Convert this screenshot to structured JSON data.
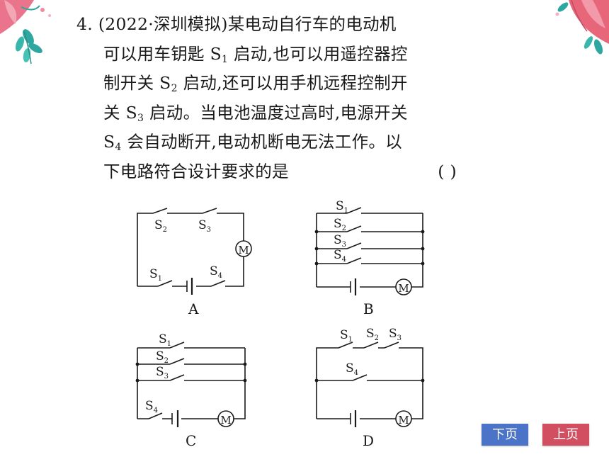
{
  "question": {
    "number": "4.",
    "source": "(2022·深圳模拟)",
    "line1_rest": "某电动自行车的电动机",
    "line2_a": "可以用车钥匙 S",
    "line2_sub": "1",
    "line2_b": " 启动,也可以用遥控器控",
    "line3_a": "制开关 S",
    "line3_sub": "2",
    "line3_b": " 启动,还可以用手机远程控制开",
    "line4_a": "关 S",
    "line4_sub": "3",
    "line4_b": " 启动。当电池温度过高时,电源开关",
    "line5_a": "S",
    "line5_sub": "4",
    "line5_b": " 会自动断开,电动机断电无法工作。以",
    "line6": "下电路符合设计要求的是",
    "answer_blank": "(    )"
  },
  "circuits": {
    "A": {
      "label": "A",
      "switch_labels": [
        "S",
        "S",
        "S",
        "S"
      ],
      "switch_subs": [
        "2",
        "3",
        "1",
        "4"
      ],
      "motor": "M"
    },
    "B": {
      "label": "B",
      "switch_labels": [
        "S",
        "S",
        "S",
        "S"
      ],
      "switch_subs": [
        "1",
        "2",
        "3",
        "4"
      ],
      "motor": "M"
    },
    "C": {
      "label": "C",
      "switch_labels": [
        "S",
        "S",
        "S",
        "S"
      ],
      "switch_subs": [
        "1",
        "2",
        "3",
        "4"
      ],
      "motor": "M"
    },
    "D": {
      "label": "D",
      "switch_labels": [
        "S",
        "S",
        "S",
        "S"
      ],
      "switch_subs": [
        "1",
        "2",
        "3",
        "4"
      ],
      "motor": "M"
    }
  },
  "nav": {
    "next_label": "下页",
    "prev_label": "上页"
  },
  "colors": {
    "next_button": "#4b74c9",
    "prev_button": "#d24f62",
    "leaf_teal": "#2fa7a0",
    "flower_pink": "#e86a7a"
  }
}
